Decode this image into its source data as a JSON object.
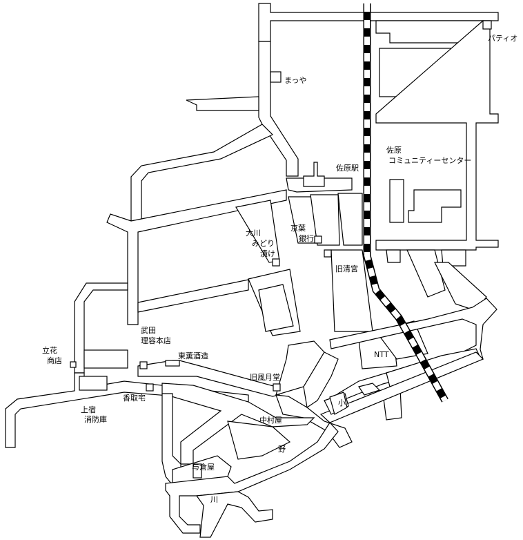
{
  "map": {
    "labels": {
      "patio": "パティオ",
      "mattsuya": "まっや",
      "sawara_station": "佐原駅",
      "community_center_1": "佐原",
      "community_center_2": "コミュニティーセンター",
      "okawa_1": "大川",
      "okawa_2": "みどり",
      "okawa_3": "漬け",
      "keiyo_bank_1": "京葉",
      "keiyo_bank_2": "銀行",
      "kyu_kiyomiya": "旧清宮",
      "takeda_1": "武田",
      "takeda_2": "理容本店",
      "tachibana_1": "立花",
      "tachibana_2": "商店",
      "togoshuzo": "東薫酒造",
      "ntt": "NTT",
      "kyu_fugetsudo": "旧風月堂",
      "katorike": "香取宅",
      "kamijuku_1": "上宿",
      "kamijuku_2": "消防庫",
      "nakamuraya": "中村屋",
      "ono_sho": "小",
      "ono_no": "野",
      "yokuraya": "与倉屋",
      "kawa": "川"
    },
    "colors": {
      "road_outline": "#000000",
      "background": "#ffffff",
      "railway": "#000000"
    }
  }
}
